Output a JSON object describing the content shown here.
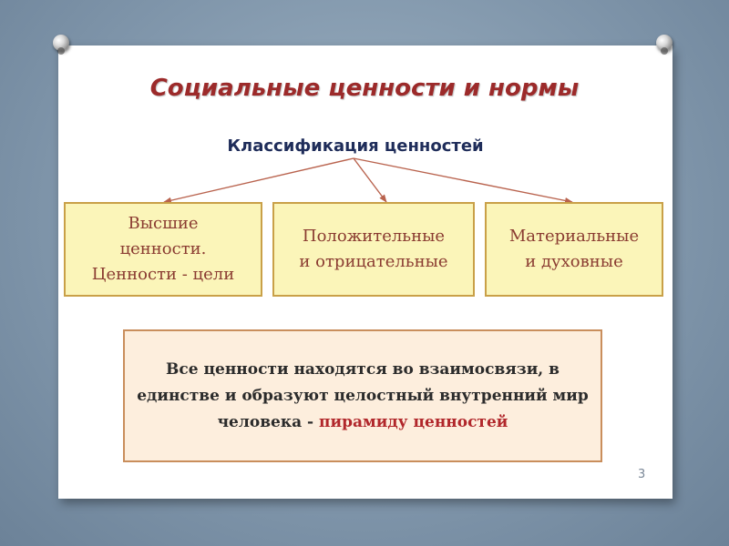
{
  "slide": {
    "title": "Социальные ценности и нормы",
    "subtitle": "Классификация ценностей",
    "boxes": [
      {
        "lines": [
          "Высшие",
          "ценности.",
          "Ценности - цели"
        ]
      },
      {
        "lines": [
          "Положительные",
          "и отрицательные"
        ]
      },
      {
        "lines": [
          "Материальные",
          "и духовные"
        ]
      }
    ],
    "note": {
      "text_before": "Все ценности находятся во взаимосвязи, в единстве и образуют целостный внутренний мир человека - ",
      "highlight": "пирамиду ценностей"
    },
    "page_number": "3"
  },
  "colors": {
    "title": "#9c2a2a",
    "subtitle": "#1f2d5a",
    "box_fill": "#fbf5b9",
    "box_border": "#c9a048",
    "box_text": "#8a3b31",
    "note_fill": "#fdeedd",
    "note_border": "#c98e5c",
    "highlight": "#b1272b",
    "arrow": "#b9634e"
  }
}
